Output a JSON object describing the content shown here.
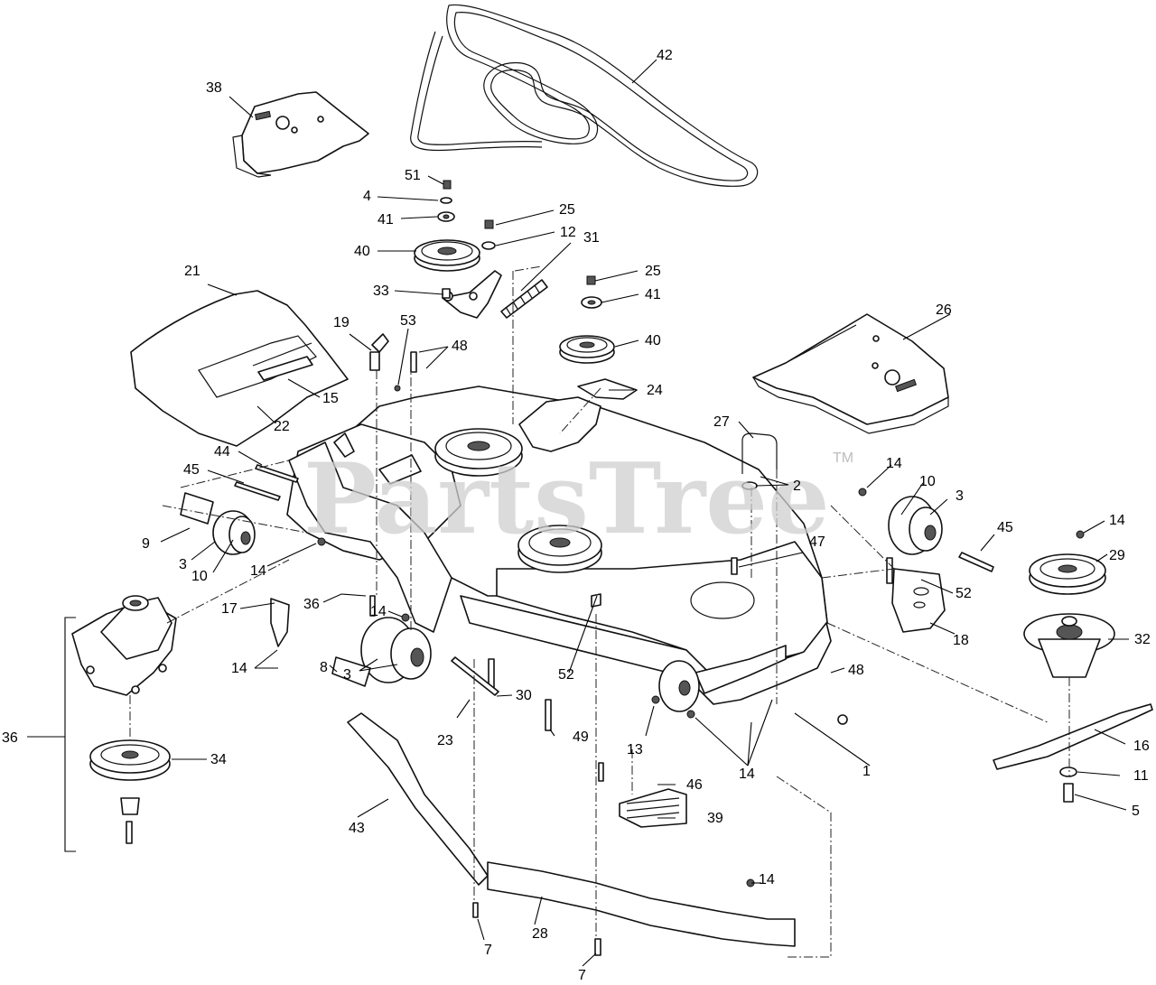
{
  "watermark": {
    "text": "PartsTree",
    "tm": "TM"
  },
  "callouts": {
    "c1": "1",
    "c2": "2",
    "c3a": "3",
    "c3b": "3",
    "c3c": "3",
    "c4": "4",
    "c5": "5",
    "c7a": "7",
    "c7b": "7",
    "c8": "8",
    "c9": "9",
    "c10a": "10",
    "c10b": "10",
    "c11": "11",
    "c12": "12",
    "c13": "13",
    "c14a": "14",
    "c14b": "14",
    "c14c": "14",
    "c14d": "14",
    "c14e": "14",
    "c14f": "14",
    "c15": "15",
    "c16": "16",
    "c17": "17",
    "c18": "18",
    "c19": "19",
    "c21": "21",
    "c22": "22",
    "c23": "23",
    "c24": "24",
    "c25a": "25",
    "c25b": "25",
    "c26": "26",
    "c27": "27",
    "c28": "28",
    "c29": "29",
    "c30": "30",
    "c31": "31",
    "c32": "32",
    "c33": "33",
    "c34": "34",
    "c36a": "36",
    "c36b": "36",
    "c38": "38",
    "c39": "39",
    "c40a": "40",
    "c40b": "40",
    "c41a": "41",
    "c41b": "41",
    "c42": "42",
    "c43": "43",
    "c44": "44",
    "c45a": "45",
    "c45b": "45",
    "c46": "46",
    "c47": "47",
    "c48a": "48",
    "c48b": "48",
    "c49": "49",
    "c51": "51",
    "c52a": "52",
    "c52b": "52",
    "c53": "53"
  }
}
